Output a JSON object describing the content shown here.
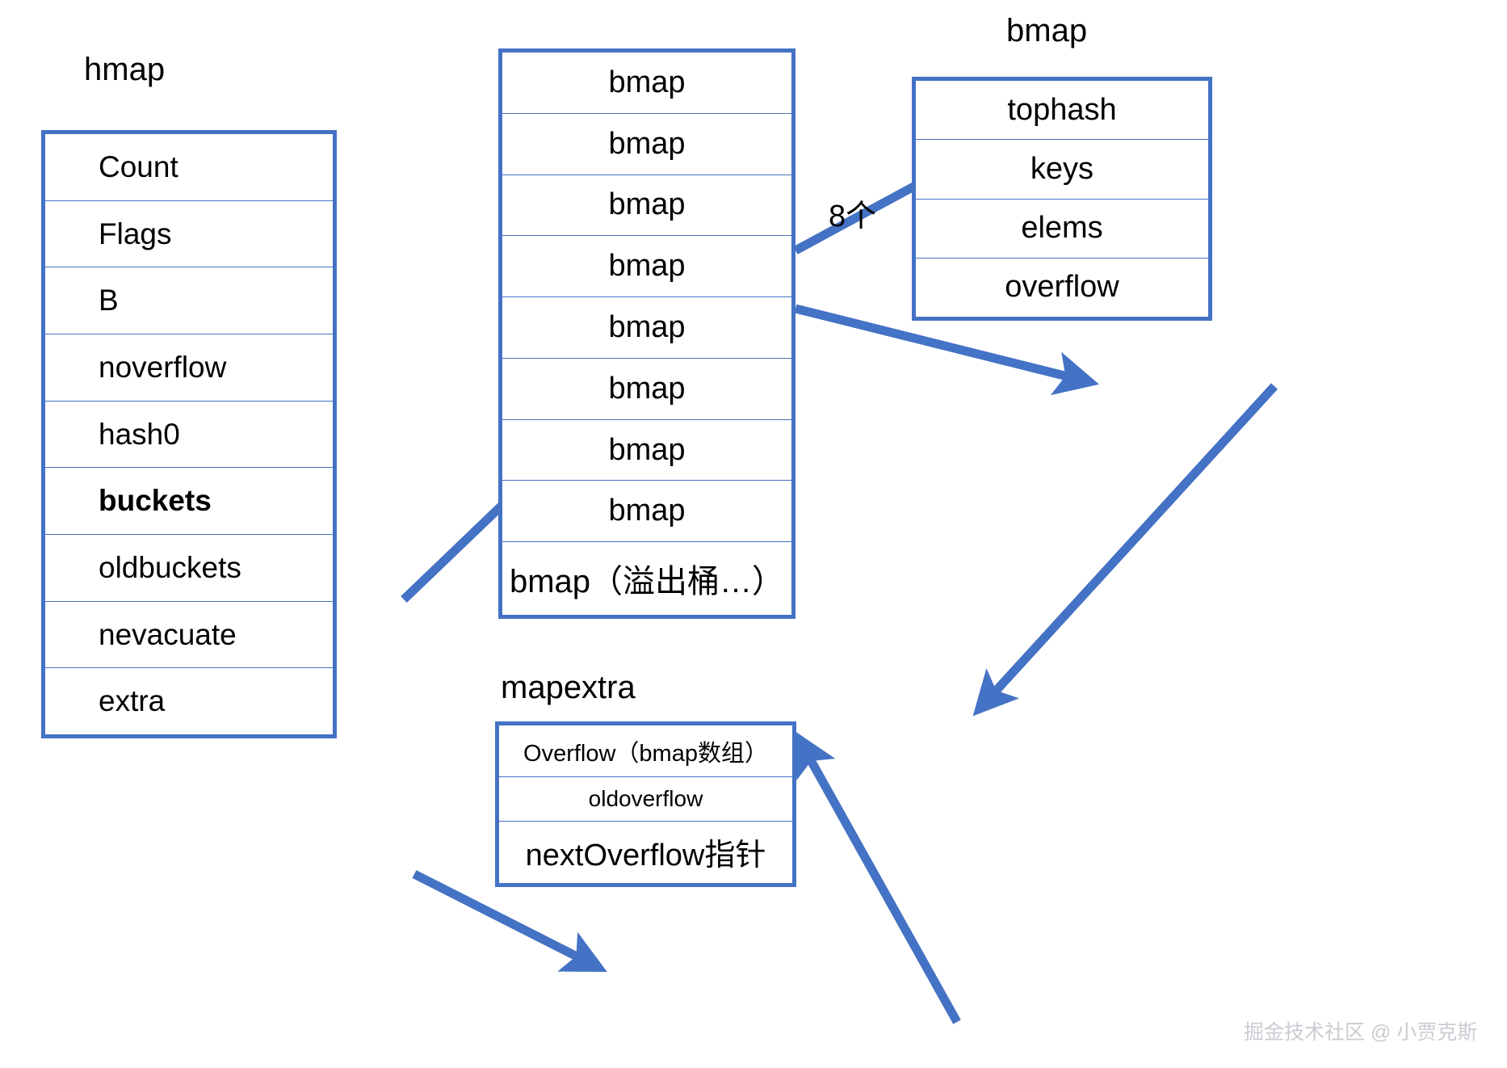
{
  "diagram": {
    "title": "Go map internal structure",
    "accent_color": "#4472C4",
    "background": "#ffffff"
  },
  "hmap": {
    "caption": "hmap",
    "fields": [
      {
        "label": "Count",
        "bold": false
      },
      {
        "label": "Flags",
        "bold": false
      },
      {
        "label": "B",
        "bold": false
      },
      {
        "label": "noverflow",
        "bold": false
      },
      {
        "label": "hash0",
        "bold": false
      },
      {
        "label": "buckets",
        "bold": true
      },
      {
        "label": "oldbuckets",
        "bold": false
      },
      {
        "label": "nevacuate",
        "bold": false
      },
      {
        "label": "extra",
        "bold": false
      }
    ]
  },
  "buckets_array": {
    "caption": "",
    "rows": [
      {
        "label": "bmap"
      },
      {
        "label": "bmap"
      },
      {
        "label": "bmap"
      },
      {
        "label": "bmap"
      },
      {
        "label": "bmap"
      },
      {
        "label": "bmap"
      },
      {
        "label": "bmap"
      },
      {
        "label": "bmap"
      },
      {
        "label": "bmap（溢出桶…）"
      }
    ]
  },
  "bmap_detail": {
    "caption": "bmap",
    "fields": [
      {
        "label": "tophash"
      },
      {
        "label": "keys"
      },
      {
        "label": "elems"
      },
      {
        "label": "overflow"
      }
    ]
  },
  "mapextra": {
    "caption": "mapextra",
    "fields": [
      {
        "label": "Overflow（bmap数组）"
      },
      {
        "label": "oldoverflow"
      },
      {
        "label": "nextOverflow指针"
      }
    ]
  },
  "annotations": {
    "bucket_count_label": "8个"
  },
  "watermark": {
    "text": "掘金技术社区 @ 小贾克斯"
  }
}
